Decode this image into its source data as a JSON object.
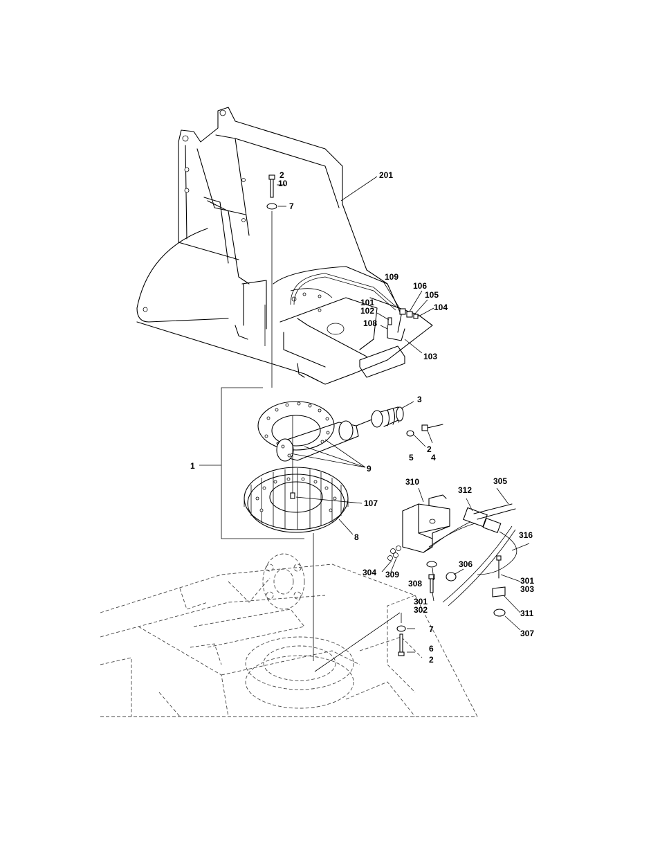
{
  "callouts": [
    "201",
    "2",
    "10",
    "7",
    "109",
    "106",
    "105",
    "101",
    "104",
    "102",
    "108",
    "103",
    "3",
    "2",
    "4",
    "5",
    "1",
    "9",
    "107",
    "8",
    "310",
    "305",
    "312",
    "316",
    "304",
    "309",
    "308",
    "306",
    "301",
    "303",
    "301",
    "302",
    "311",
    "307",
    "7",
    "6",
    "2"
  ]
}
